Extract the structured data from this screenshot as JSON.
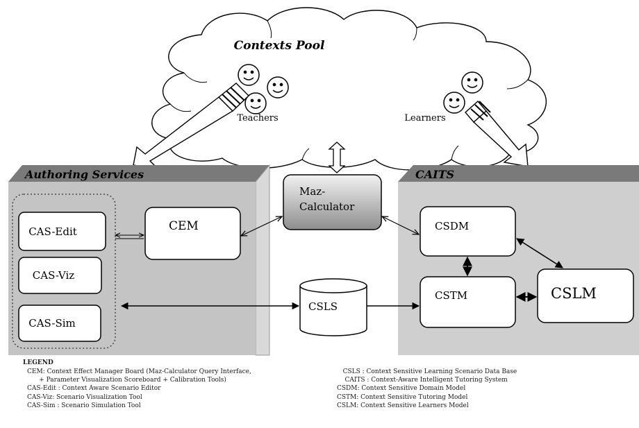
{
  "cloud": {
    "title": "Contexts Pool",
    "teachers_label": "Teachers",
    "learners_label": "Learners"
  },
  "authoring": {
    "title": "Authoring Services",
    "tools": [
      "CAS-Edit",
      "CAS-Viz",
      "CAS-Sim"
    ],
    "cem_label": "CEM"
  },
  "maz_calculator": {
    "line1": "Maz-",
    "line2": "Calculator"
  },
  "caits": {
    "title": "CAITS",
    "csdm_label": "CSDM",
    "cstm_label": "CSTM",
    "cslm_label": "CSLM"
  },
  "csls_label": "CSLS",
  "legend": {
    "title": "LEGEND",
    "left": [
      "CEM: Context Effect Manager Board (Maz-Calculator Query Interface,",
      "      + Parameter Visualization Scoreboard + Calibration Tools)",
      "CAS-Edit : Context Aware Scenario Editor",
      "CAS-Viz: Scenario Visualization Tool",
      "CAS-Sim : Scenario Simulation Tool"
    ],
    "right": [
      "   CSLS : Context Sensitive Learning Scenario Data Base",
      "    CAITS : Context-Aware Intelligent Tutoring System",
      "CSDM: Context Sensitive Domain Model",
      "CSTM: Context Sensitive Tutoring Model",
      "CSLM: Context Sensitive Learners Model"
    ]
  },
  "colors": {
    "panel_front": "#c4c4c4",
    "panel_top": "#7a7a7a",
    "panel_side": "#d9d9d9",
    "box": "#ffffff",
    "stroke": "#000000"
  }
}
